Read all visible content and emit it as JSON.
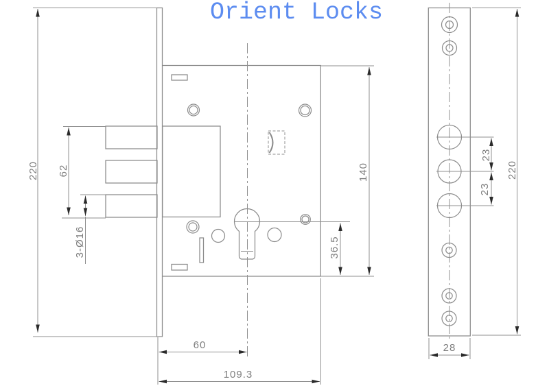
{
  "title": {
    "text": "Orient Locks",
    "color": "#5c8cf0"
  },
  "colors": {
    "line": "#8a8a8a",
    "dimension_text": "#7e7e7e",
    "arrowhead": "#2a2a2a",
    "background": "#ffffff"
  },
  "front_view": {
    "label": "mortise-lock-front-view",
    "dimensions": {
      "faceplate_height": "220",
      "bolt_group_span": "62",
      "bolt_holes_note": "3-Ø16",
      "body_height": "140",
      "cylinder_to_bottom": "36.5",
      "backset": "60",
      "body_depth": "109.3"
    }
  },
  "side_view": {
    "label": "faceplate-side-view",
    "dimensions": {
      "bolt_pitch_top": "23",
      "bolt_pitch_bottom": "23",
      "plate_height": "220",
      "plate_width": "28"
    }
  }
}
